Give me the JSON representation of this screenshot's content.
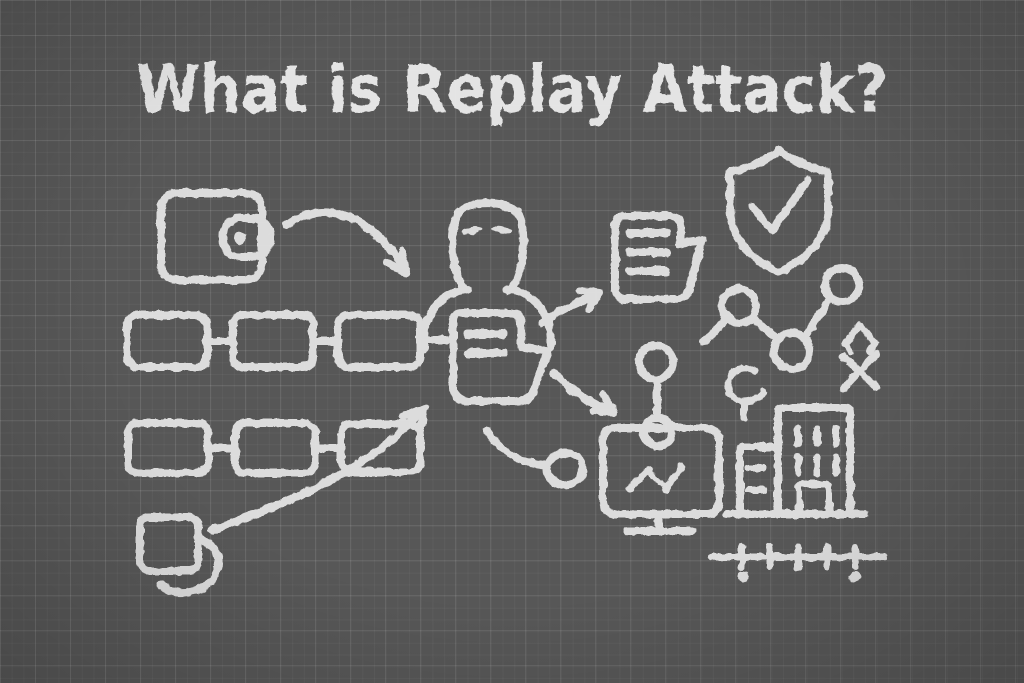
{
  "title": "What is Replay Attack?",
  "colors": {
    "background": "#575757",
    "chalk": "#e6e6e6",
    "grid_line": "#6b6b6b"
  },
  "icons": [
    "wallet-icon",
    "transfer-arrow-icon",
    "hacker-icon",
    "transaction-document-icon",
    "blockchain-row-top",
    "blockchain-row-bottom",
    "replay-curved-arrow-icon",
    "duplicate-note-icon",
    "copy-arrow-icon",
    "copied-document-icon",
    "shield-check-icon",
    "network-nodes-icon",
    "diamond-x-icon",
    "c-node-icon",
    "cable-loop-icon",
    "send-arrow-icon",
    "monitor-chart-icon",
    "building-icon",
    "timeline-icon"
  ]
}
